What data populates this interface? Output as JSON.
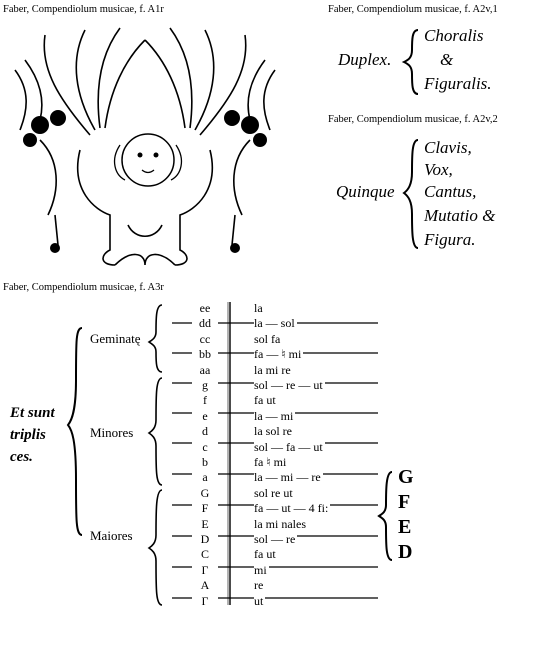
{
  "captions": {
    "a1r": "Faber, Compendiolum musicae, f. A1r",
    "a2v1": "Faber, Compendiolum musicae, f. A2v,1",
    "a2v2": "Faber, Compendiolum musicae, f. A2v,2",
    "a3r": "Faber, Compendiolum musicae, f. A3r"
  },
  "duplex": {
    "label": "Duplex.",
    "items": [
      "Choralis",
      "&",
      "Figuralis."
    ]
  },
  "quinque": {
    "label": "Quinque",
    "items": [
      "Clavis,",
      "Vox,",
      "Cantus,",
      "Mutatio &",
      "Figura."
    ]
  },
  "scale": {
    "title_lines": [
      "Et sunt",
      "triplis",
      "ces."
    ],
    "groups": [
      "Geminatę",
      "Minores",
      "Maiores"
    ],
    "letters": [
      "ee",
      "dd",
      "cc",
      "bb",
      "aa",
      "g",
      "f",
      "e",
      "d",
      "c",
      "b",
      "a",
      "G",
      "F",
      "E",
      "D",
      "C",
      "Γ",
      "A",
      "Γ"
    ],
    "syllables": [
      "la",
      "la — sol",
      "sol  fa",
      "fa — ♮ mi",
      "la   mi   re",
      "sol — re — ut",
      "fa   ut",
      "la — mi",
      "la   sol   re",
      "sol — fa — ut",
      "fa  ♮ mi",
      "la — mi — re",
      "sol   re   ut",
      "fa — ut — 4 fi:",
      "la   mi   nales",
      "sol — re",
      "fa   ut",
      "mi",
      "re",
      "ut"
    ],
    "finals": [
      "G",
      "F",
      "E",
      "D"
    ]
  }
}
